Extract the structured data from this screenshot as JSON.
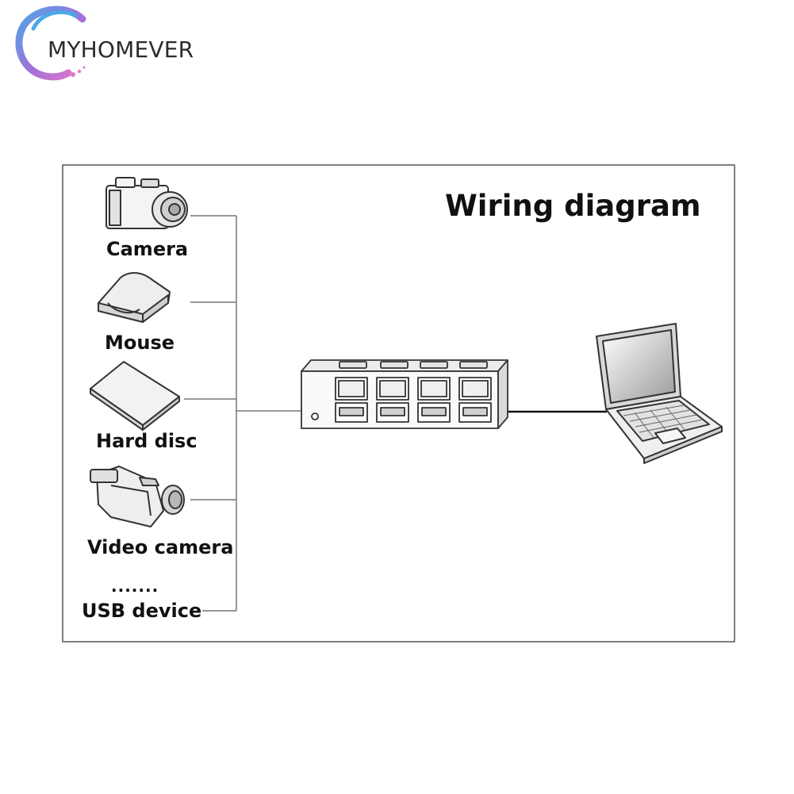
{
  "brand": {
    "name": "MYHOMEVER",
    "colors": {
      "blue": "#4aa8e8",
      "purple": "#a46fd8",
      "pink": "#e27ac9"
    }
  },
  "diagram": {
    "title": "Wiring diagram",
    "devices": [
      {
        "icon": "camera-icon",
        "label": "Camera"
      },
      {
        "icon": "mouse-icon",
        "label": "Mouse"
      },
      {
        "icon": "hard-disc-icon",
        "label": "Hard disc"
      },
      {
        "icon": "video-camera-icon",
        "label": "Video camera"
      },
      {
        "icon": "usb-device-icon",
        "label": "USB device",
        "prefix": "......."
      }
    ],
    "hub": {
      "icon": "usb-hub-icon",
      "ports": 4
    },
    "computer": {
      "icon": "laptop-icon"
    }
  }
}
